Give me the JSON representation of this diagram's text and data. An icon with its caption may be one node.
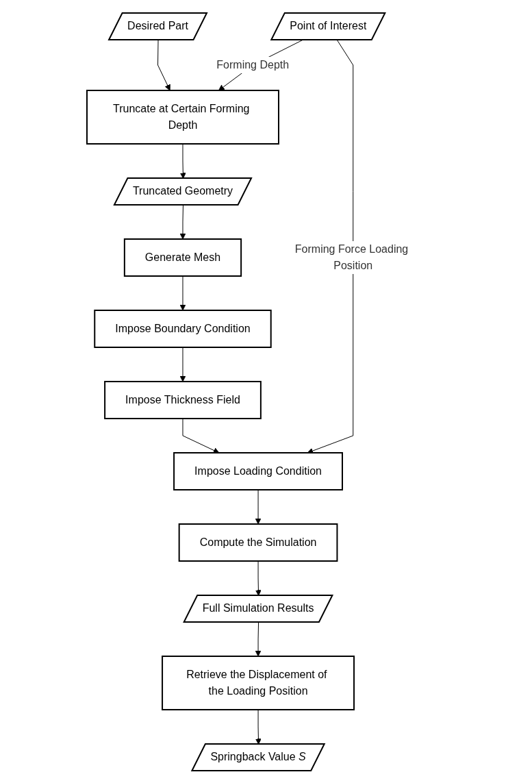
{
  "diagram": {
    "nodes": [
      {
        "text": [
          "Desired Part"
        ]
      },
      {
        "text": [
          "Truncate at Certain Forming Depth"
        ]
      },
      {
        "text": [
          "Point of Interest"
        ]
      },
      {
        "text": [
          "Truncated Geometry"
        ]
      },
      {
        "text": [
          "Generate Mesh"
        ]
      },
      {
        "text": [
          "Impose Boundary Condition"
        ]
      },
      {
        "text": [
          "Impose Thickness Field"
        ]
      },
      {
        "text": [
          "Impose Loading Condition"
        ]
      },
      {
        "text": [
          "Compute the Simulation"
        ]
      },
      {
        "text": [
          "Full Simulation Results"
        ]
      },
      {
        "text": [
          "Retrieve the Displacement of the Loading Position"
        ]
      },
      {
        "text": [
          "Springback Value *S*"
        ]
      }
    ],
    "edges": [
      {
        "from": 0,
        "to": 1,
        "arrow": "to"
      },
      {
        "from": 2,
        "to": 1,
        "arrow": "to",
        "label": "Forming Depth"
      },
      {
        "from": 1,
        "to": 3,
        "arrow": "to"
      },
      {
        "from": 3,
        "to": 4,
        "arrow": "to"
      },
      {
        "from": 4,
        "to": 5,
        "arrow": "to"
      },
      {
        "from": 5,
        "to": 6,
        "arrow": "to"
      },
      {
        "from": 6,
        "to": 7,
        "arrow": "to"
      },
      {
        "from": 2,
        "to": 7,
        "arrow": "to",
        "label": "Forming Force Loading Position"
      },
      {
        "from": 7,
        "to": 8,
        "arrow": "to"
      },
      {
        "from": 8,
        "to": 9,
        "arrow": "to"
      },
      {
        "from": 9,
        "to": 10,
        "arrow": "to"
      },
      {
        "from": 10,
        "to": 11,
        "arrow": "to"
      }
    ]
  }
}
